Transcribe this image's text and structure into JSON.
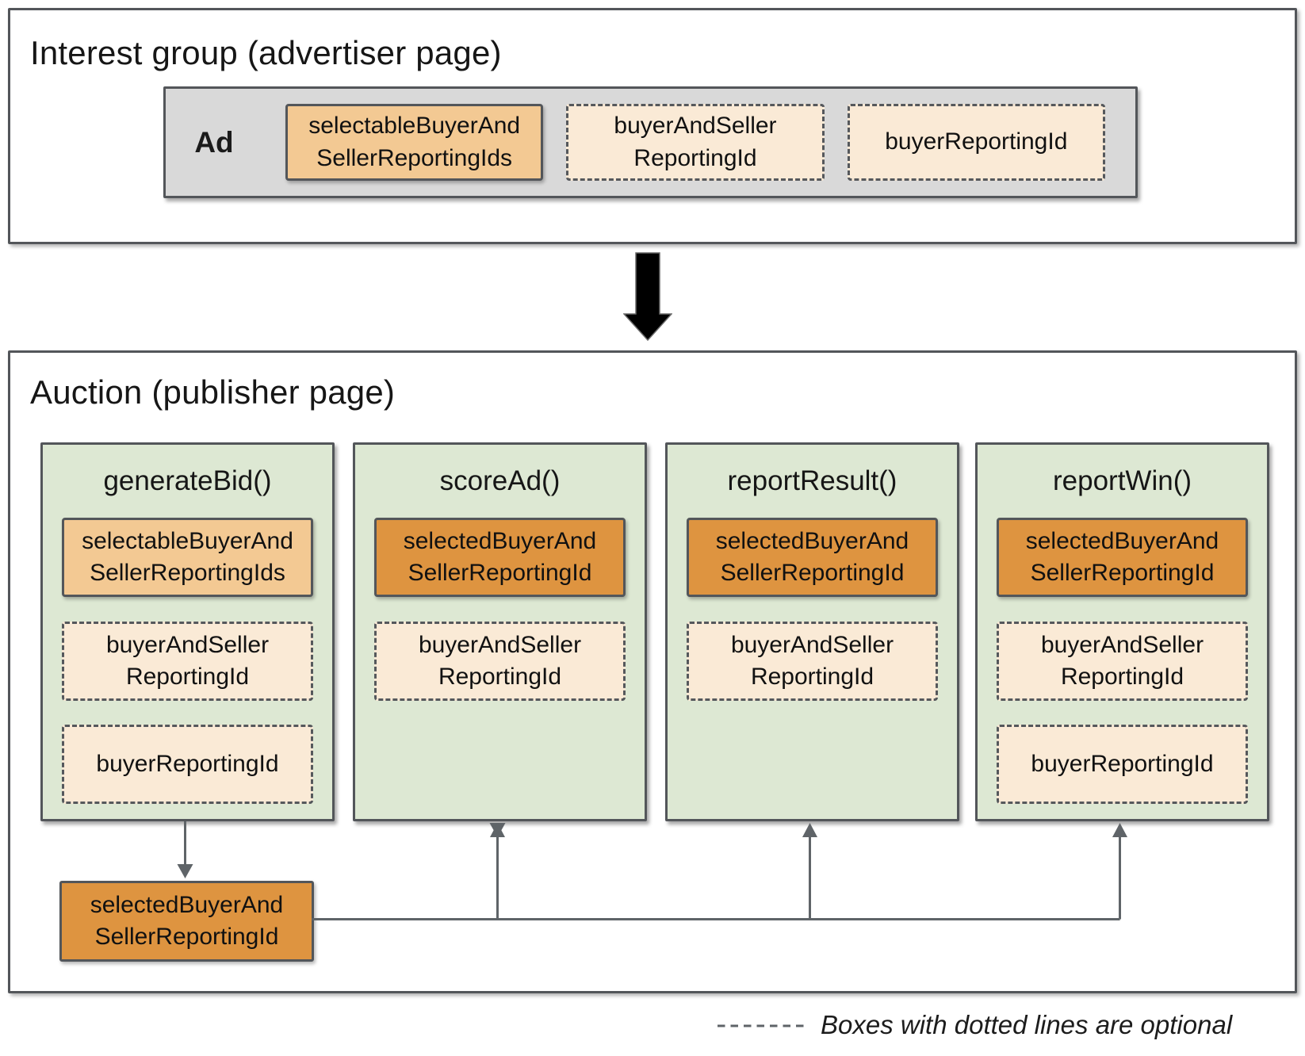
{
  "colors": {
    "light-orange": "#f3c993",
    "dark-orange": "#de9440",
    "cream": "#faead6",
    "green": "#dde8d3",
    "gray": "#d9d9d9",
    "border": "#53565a",
    "border-dash": "#55585c",
    "line": "#5f6468"
  },
  "interest_group": {
    "title": "Interest group (advertiser page)",
    "ad_label": "Ad",
    "boxes": [
      {
        "label": "selectableBuyerAnd\nSellerReportingIds",
        "style": "solid-light"
      },
      {
        "label": "buyerAndSeller\nReportingId",
        "style": "dashed-optional"
      },
      {
        "label": "buyerReportingId",
        "style": "dashed-optional"
      }
    ]
  },
  "auction": {
    "title": "Auction (publisher page)",
    "columns": [
      {
        "title": "generateBid()",
        "boxes": [
          {
            "label": "selectableBuyerAnd\nSellerReportingIds",
            "style": "solid-light"
          },
          {
            "label": "buyerAndSeller\nReportingId",
            "style": "dashed-optional"
          },
          {
            "label": "buyerReportingId",
            "style": "dashed-optional"
          }
        ]
      },
      {
        "title": "scoreAd()",
        "boxes": [
          {
            "label": "selectedBuyerAnd\nSellerReportingId",
            "style": "solid-dark"
          },
          {
            "label": "buyerAndSeller\nReportingId",
            "style": "dashed-optional"
          }
        ]
      },
      {
        "title": "reportResult()",
        "boxes": [
          {
            "label": "selectedBuyerAnd\nSellerReportingId",
            "style": "solid-dark"
          },
          {
            "label": "buyerAndSeller\nReportingId",
            "style": "dashed-optional"
          }
        ]
      },
      {
        "title": "reportWin()",
        "boxes": [
          {
            "label": "selectedBuyerAnd\nSellerReportingId",
            "style": "solid-dark"
          },
          {
            "label": "buyerAndSeller\nReportingId",
            "style": "dashed-optional"
          },
          {
            "label": "buyerReportingId",
            "style": "dashed-optional"
          }
        ]
      }
    ],
    "output_box": {
      "label": "selectedBuyerAnd\nSellerReportingId"
    }
  },
  "legend": {
    "label": "Boxes with dotted lines are optional"
  }
}
